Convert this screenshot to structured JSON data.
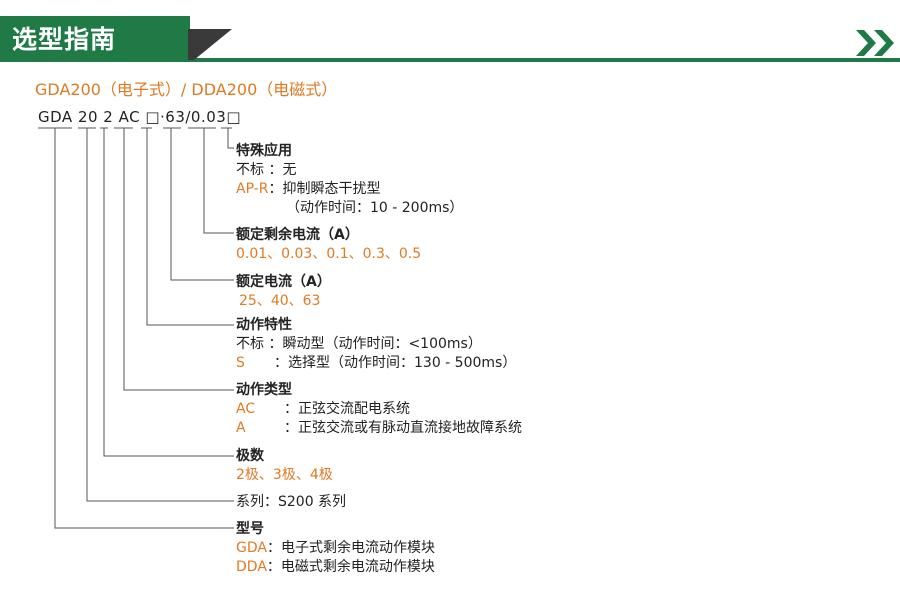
{
  "header": {
    "title": "选型指南"
  },
  "subtitle": "GDA200（电子式）/ DDA200（电磁式）",
  "code": "GDA 20 2 AC □·63/0.03□",
  "groups": {
    "special": {
      "title": "特殊应用",
      "l1k": "不标",
      "l1v": " ：无",
      "l2k": "AP-R",
      "l2v": "：抑制瞬态干扰型",
      "l3v": "（动作时间：10 - 200ms）"
    },
    "residual": {
      "title": "额定剩余电流（A）",
      "values": "0.01、0.03、0.1、0.3、0.5"
    },
    "current": {
      "title": "额定电流（A）",
      "values": "25、40、63"
    },
    "action": {
      "title": "动作特性",
      "l1k": "不标",
      "l1v": "：瞬动型（动作时间：<100ms）",
      "l2k": "S",
      "l2v": "：选择型（动作时间：130 - 500ms）"
    },
    "type": {
      "title": "动作类型",
      "l1k": "AC",
      "l1v": "：正弦交流配电系统",
      "l2k": "A",
      "l2v": "：正弦交流或有脉动直流接地故障系统"
    },
    "poles": {
      "title": "极数",
      "values": "2极、3极、4极"
    },
    "series": {
      "text": "系列：S200 系列"
    },
    "model": {
      "title": "型号",
      "l1k": "GDA",
      "l1v": "：电子式剩余电流动作模块",
      "l2k": "DDA",
      "l2v": "：电磁式剩余电流动作模块"
    }
  },
  "colors": {
    "green": "#1f7a45",
    "orange": "#e07a22"
  },
  "icons": {
    "header_arrow": "double-chevron-right-icon"
  }
}
